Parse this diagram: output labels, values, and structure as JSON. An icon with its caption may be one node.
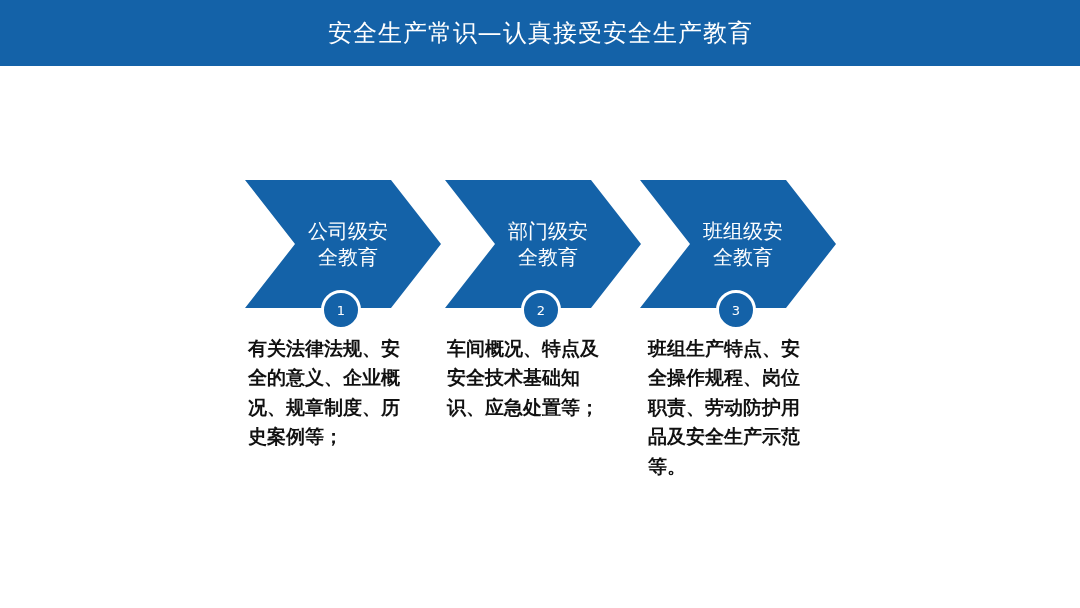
{
  "diagram": {
    "title": "安全生产常识—认真接受安全生产教育",
    "nodes": [
      {
        "text": [
          "公司级安全教育"
        ],
        "beside": [
          "1",
          "有关法律法规、安全的意义、企业概况、规章制度、历史案例等；"
        ]
      },
      {
        "text": [
          "部门级安全教育"
        ],
        "beside": [
          "2",
          "车间概况、特点及安全技术基础知识、应急处置等；"
        ]
      },
      {
        "text": [
          "班组级安全教育"
        ],
        "beside": [
          "3",
          "班组生产特点、安全操作规程、岗位职责、劳动防护用品及安全生产示范等。"
        ]
      }
    ]
  }
}
